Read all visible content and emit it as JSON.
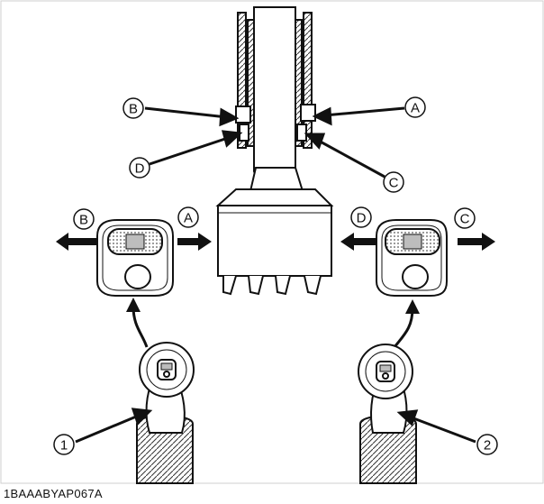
{
  "figure_code": "1BAAABYAP067A",
  "callouts": {
    "b_top": "B",
    "a_top": "A",
    "d_top": "D",
    "c_top": "C",
    "b_left": "B",
    "a_left": "A",
    "d_right": "D",
    "c_right": "C",
    "lever_1": "1",
    "lever_2": "2"
  },
  "colors": {
    "line": "#111111",
    "frame": "#cfcfcf",
    "fill": "#ffffff",
    "shade": "#bdbdbd"
  }
}
